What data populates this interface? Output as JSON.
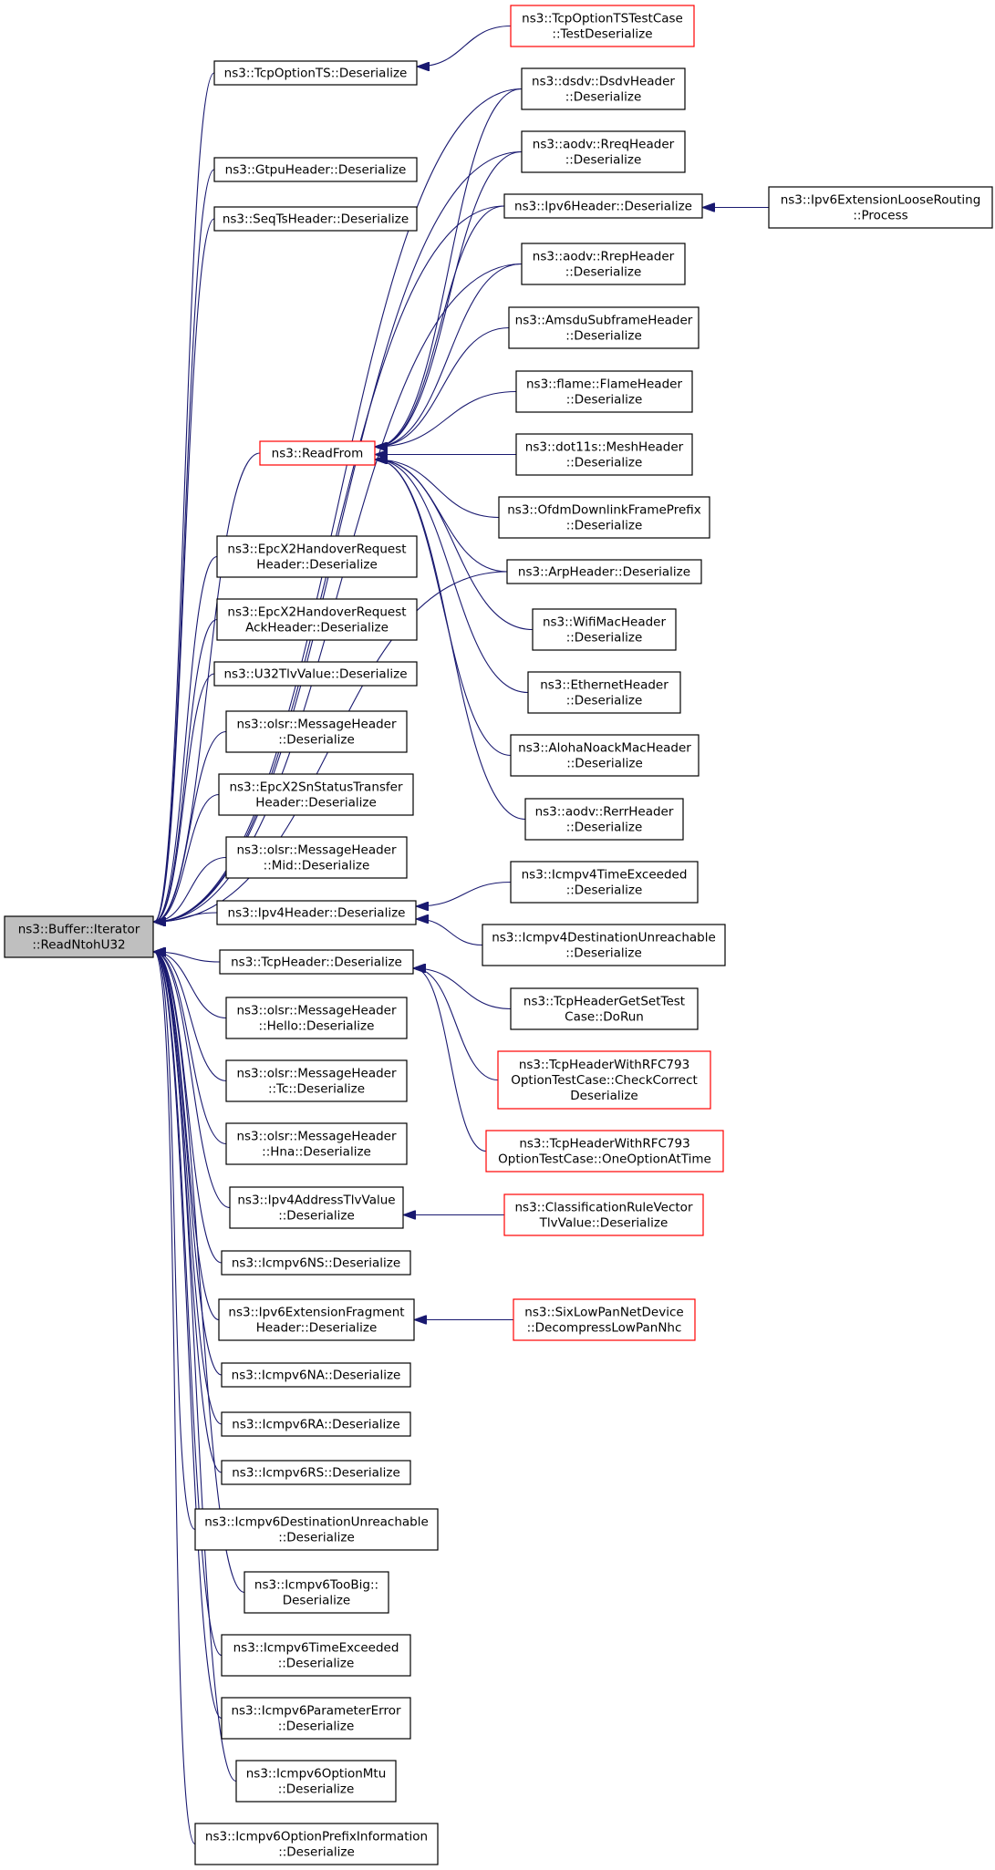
{
  "colors": {
    "edge": "#191970",
    "root_fill": "#bfbfbf",
    "border": "#000000",
    "truncated_border": "#ff0000",
    "node_fill": "#ffffff"
  },
  "nodes": [
    {
      "id": "root",
      "lines": [
        "ns3::Buffer::Iterator",
        "::ReadNtohU32"
      ],
      "style": "root"
    },
    {
      "id": "tcpopt_ts",
      "lines": [
        "ns3::TcpOptionTS::Deserialize"
      ],
      "style": "normal"
    },
    {
      "id": "tcpopt_ts_test",
      "lines": [
        "ns3::TcpOptionTSTestCase",
        "::TestDeserialize"
      ],
      "style": "truncated"
    },
    {
      "id": "gtpu",
      "lines": [
        "ns3::GtpuHeader::Deserialize"
      ],
      "style": "normal"
    },
    {
      "id": "seqts",
      "lines": [
        "ns3::SeqTsHeader::Deserialize"
      ],
      "style": "normal"
    },
    {
      "id": "dsdv",
      "lines": [
        "ns3::dsdv::DsdvHeader",
        "::Deserialize"
      ],
      "style": "normal"
    },
    {
      "id": "rreq",
      "lines": [
        "ns3::aodv::RreqHeader",
        "::Deserialize"
      ],
      "style": "normal"
    },
    {
      "id": "ipv6",
      "lines": [
        "ns3::Ipv6Header::Deserialize"
      ],
      "style": "normal"
    },
    {
      "id": "ipv6ext_loose",
      "lines": [
        "ns3::Ipv6ExtensionLooseRouting",
        "::Process"
      ],
      "style": "normal"
    },
    {
      "id": "rrep",
      "lines": [
        "ns3::aodv::RrepHeader",
        "::Deserialize"
      ],
      "style": "normal"
    },
    {
      "id": "amsdu",
      "lines": [
        "ns3::AmsduSubframeHeader",
        "::Deserialize"
      ],
      "style": "normal"
    },
    {
      "id": "flame",
      "lines": [
        "ns3::flame::FlameHeader",
        "::Deserialize"
      ],
      "style": "normal"
    },
    {
      "id": "readfrom",
      "lines": [
        "ns3::ReadFrom"
      ],
      "style": "truncated"
    },
    {
      "id": "mesh",
      "lines": [
        "ns3::dot11s::MeshHeader",
        "::Deserialize"
      ],
      "style": "normal"
    },
    {
      "id": "ofdm",
      "lines": [
        "ns3::OfdmDownlinkFramePrefix",
        "::Deserialize"
      ],
      "style": "normal"
    },
    {
      "id": "arp",
      "lines": [
        "ns3::ArpHeader::Deserialize"
      ],
      "style": "normal"
    },
    {
      "id": "epc_ho",
      "lines": [
        "ns3::EpcX2HandoverRequest",
        "Header::Deserialize"
      ],
      "style": "normal"
    },
    {
      "id": "wifimac",
      "lines": [
        "ns3::WifiMacHeader",
        "::Deserialize"
      ],
      "style": "normal"
    },
    {
      "id": "epc_hoack",
      "lines": [
        "ns3::EpcX2HandoverRequest",
        "AckHeader::Deserialize"
      ],
      "style": "normal"
    },
    {
      "id": "ethernet",
      "lines": [
        "ns3::EthernetHeader",
        "::Deserialize"
      ],
      "style": "normal"
    },
    {
      "id": "u32tlv",
      "lines": [
        "ns3::U32TlvValue::Deserialize"
      ],
      "style": "normal"
    },
    {
      "id": "aloha",
      "lines": [
        "ns3::AlohaNoackMacHeader",
        "::Deserialize"
      ],
      "style": "normal"
    },
    {
      "id": "olsr_msg",
      "lines": [
        "ns3::olsr::MessageHeader",
        "::Deserialize"
      ],
      "style": "normal"
    },
    {
      "id": "epc_sn",
      "lines": [
        "ns3::EpcX2SnStatusTransfer",
        "Header::Deserialize"
      ],
      "style": "normal"
    },
    {
      "id": "rerr",
      "lines": [
        "ns3::aodv::RerrHeader",
        "::Deserialize"
      ],
      "style": "normal"
    },
    {
      "id": "olsr_mid",
      "lines": [
        "ns3::olsr::MessageHeader",
        "::Mid::Deserialize"
      ],
      "style": "normal"
    },
    {
      "id": "icmpv4_te",
      "lines": [
        "ns3::Icmpv4TimeExceeded",
        "::Deserialize"
      ],
      "style": "normal"
    },
    {
      "id": "ipv4",
      "lines": [
        "ns3::Ipv4Header::Deserialize"
      ],
      "style": "normal"
    },
    {
      "id": "icmpv4_du",
      "lines": [
        "ns3::Icmpv4DestinationUnreachable",
        "::Deserialize"
      ],
      "style": "normal"
    },
    {
      "id": "tcphdr",
      "lines": [
        "ns3::TcpHeader::Deserialize"
      ],
      "style": "normal"
    },
    {
      "id": "tcphdr_test",
      "lines": [
        "ns3::TcpHeaderGetSetTest",
        "Case::DoRun"
      ],
      "style": "normal"
    },
    {
      "id": "olsr_hello",
      "lines": [
        "ns3::olsr::MessageHeader",
        "::Hello::Deserialize"
      ],
      "style": "normal"
    },
    {
      "id": "tcp793_check",
      "lines": [
        "ns3::TcpHeaderWithRFC793",
        "OptionTestCase::CheckCorrect",
        "Deserialize"
      ],
      "style": "truncated"
    },
    {
      "id": "olsr_tc",
      "lines": [
        "ns3::olsr::MessageHeader",
        "::Tc::Deserialize"
      ],
      "style": "normal"
    },
    {
      "id": "tcp793_one",
      "lines": [
        "ns3::TcpHeaderWithRFC793",
        "OptionTestCase::OneOptionAtTime"
      ],
      "style": "truncated"
    },
    {
      "id": "olsr_hna",
      "lines": [
        "ns3::olsr::MessageHeader",
        "::Hna::Deserialize"
      ],
      "style": "normal"
    },
    {
      "id": "ipv4addrtlv",
      "lines": [
        "ns3::Ipv4AddressTlvValue",
        "::Deserialize"
      ],
      "style": "normal"
    },
    {
      "id": "classrule",
      "lines": [
        "ns3::ClassificationRuleVector",
        "TlvValue::Deserialize"
      ],
      "style": "truncated"
    },
    {
      "id": "icmpv6ns",
      "lines": [
        "ns3::Icmpv6NS::Deserialize"
      ],
      "style": "normal"
    },
    {
      "id": "ipv6frag",
      "lines": [
        "ns3::Ipv6ExtensionFragment",
        "Header::Deserialize"
      ],
      "style": "normal"
    },
    {
      "id": "sixlowpan",
      "lines": [
        "ns3::SixLowPanNetDevice",
        "::DecompressLowPanNhc"
      ],
      "style": "truncated"
    },
    {
      "id": "icmpv6na",
      "lines": [
        "ns3::Icmpv6NA::Deserialize"
      ],
      "style": "normal"
    },
    {
      "id": "icmpv6ra",
      "lines": [
        "ns3::Icmpv6RA::Deserialize"
      ],
      "style": "normal"
    },
    {
      "id": "icmpv6rs",
      "lines": [
        "ns3::Icmpv6RS::Deserialize"
      ],
      "style": "normal"
    },
    {
      "id": "icmpv6du",
      "lines": [
        "ns3::Icmpv6DestinationUnreachable",
        "::Deserialize"
      ],
      "style": "normal"
    },
    {
      "id": "icmpv6tb",
      "lines": [
        "ns3::Icmpv6TooBig::",
        "Deserialize"
      ],
      "style": "normal"
    },
    {
      "id": "icmpv6te",
      "lines": [
        "ns3::Icmpv6TimeExceeded",
        "::Deserialize"
      ],
      "style": "normal"
    },
    {
      "id": "icmpv6pe",
      "lines": [
        "ns3::Icmpv6ParameterError",
        "::Deserialize"
      ],
      "style": "normal"
    },
    {
      "id": "icmpv6mtu",
      "lines": [
        "ns3::Icmpv6OptionMtu",
        "::Deserialize"
      ],
      "style": "normal"
    },
    {
      "id": "icmpv6prefix",
      "lines": [
        "ns3::Icmpv6OptionPrefixInformation",
        "::Deserialize"
      ],
      "style": "normal"
    }
  ],
  "edges": [
    [
      "tcpopt_ts",
      "root"
    ],
    [
      "gtpu",
      "root"
    ],
    [
      "seqts",
      "root"
    ],
    [
      "dsdv",
      "root"
    ],
    [
      "rreq",
      "root"
    ],
    [
      "ipv6",
      "root"
    ],
    [
      "rrep",
      "root"
    ],
    [
      "readfrom",
      "root"
    ],
    [
      "arp",
      "root"
    ],
    [
      "epc_ho",
      "root"
    ],
    [
      "epc_hoack",
      "root"
    ],
    [
      "u32tlv",
      "root"
    ],
    [
      "olsr_msg",
      "root"
    ],
    [
      "epc_sn",
      "root"
    ],
    [
      "olsr_mid",
      "root"
    ],
    [
      "ipv4",
      "root"
    ],
    [
      "tcphdr",
      "root"
    ],
    [
      "olsr_hello",
      "root"
    ],
    [
      "olsr_tc",
      "root"
    ],
    [
      "olsr_hna",
      "root"
    ],
    [
      "ipv4addrtlv",
      "root"
    ],
    [
      "icmpv6ns",
      "root"
    ],
    [
      "ipv6frag",
      "root"
    ],
    [
      "icmpv6na",
      "root"
    ],
    [
      "icmpv6ra",
      "root"
    ],
    [
      "icmpv6rs",
      "root"
    ],
    [
      "icmpv6du",
      "root"
    ],
    [
      "icmpv6tb",
      "root"
    ],
    [
      "icmpv6te",
      "root"
    ],
    [
      "icmpv6pe",
      "root"
    ],
    [
      "icmpv6mtu",
      "root"
    ],
    [
      "icmpv6prefix",
      "root"
    ],
    [
      "tcpopt_ts_test",
      "tcpopt_ts"
    ],
    [
      "ipv6ext_loose",
      "ipv6"
    ],
    [
      "dsdv",
      "readfrom"
    ],
    [
      "rreq",
      "readfrom"
    ],
    [
      "ipv6",
      "readfrom"
    ],
    [
      "rrep",
      "readfrom"
    ],
    [
      "amsdu",
      "readfrom"
    ],
    [
      "flame",
      "readfrom"
    ],
    [
      "mesh",
      "readfrom"
    ],
    [
      "ofdm",
      "readfrom"
    ],
    [
      "arp",
      "readfrom"
    ],
    [
      "wifimac",
      "readfrom"
    ],
    [
      "ethernet",
      "readfrom"
    ],
    [
      "aloha",
      "readfrom"
    ],
    [
      "rerr",
      "readfrom"
    ],
    [
      "icmpv4_te",
      "ipv4"
    ],
    [
      "icmpv4_du",
      "ipv4"
    ],
    [
      "tcphdr_test",
      "tcphdr"
    ],
    [
      "tcp793_check",
      "tcphdr"
    ],
    [
      "tcp793_one",
      "tcphdr"
    ],
    [
      "classrule",
      "ipv4addrtlv"
    ],
    [
      "sixlowpan",
      "ipv6frag"
    ]
  ]
}
